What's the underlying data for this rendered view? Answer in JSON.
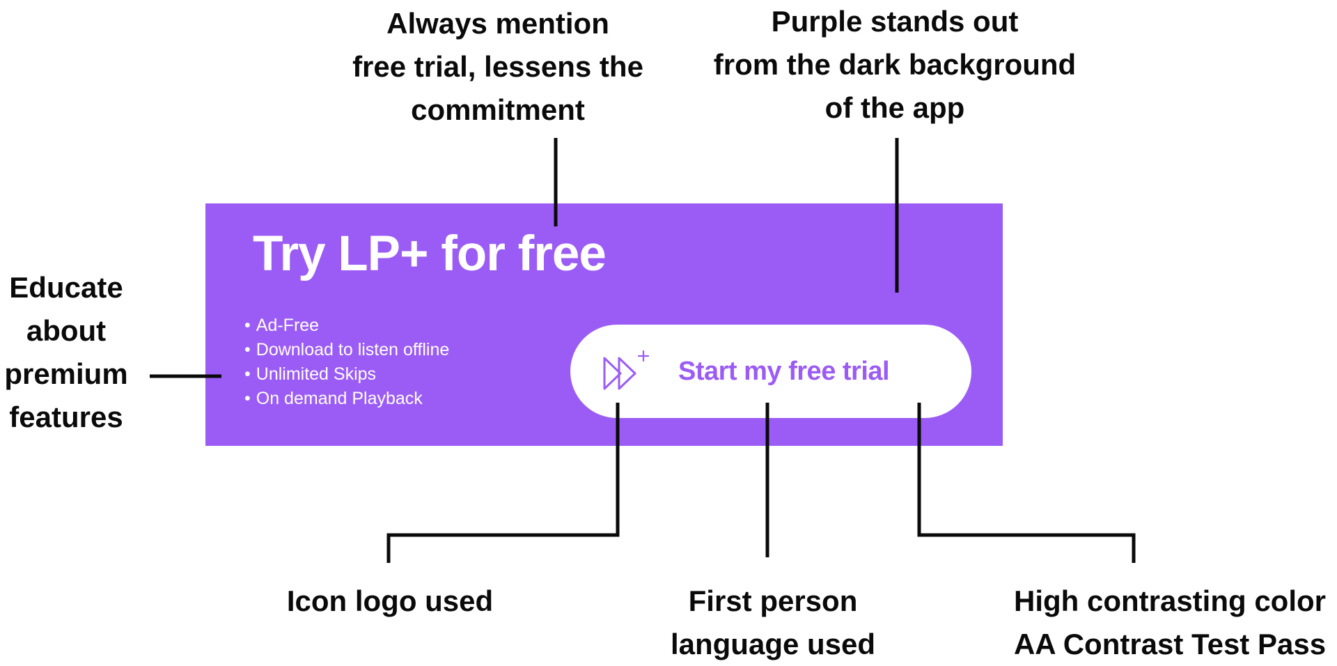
{
  "annotations": {
    "free_trial": [
      "Always mention",
      "free trial, lessens the",
      "commitment"
    ],
    "purple": [
      "Purple stands out",
      "from the dark background",
      "of the app"
    ],
    "educate": [
      "Educate",
      "about",
      "premium",
      "features"
    ],
    "icon_logo": [
      "Icon logo used"
    ],
    "first_person": [
      "First person",
      "language used"
    ],
    "contrast": [
      "High contrasting color",
      "AA Contrast Test Pass"
    ]
  },
  "banner": {
    "title": "Try LP+ for free",
    "features": [
      "Ad-Free",
      "Download to listen offline",
      "Unlimited Skips",
      "On demand Playback"
    ],
    "bullet": "•",
    "cta_label": "Start my free trial",
    "cta_icon": "fast-forward-plus-icon"
  },
  "colors": {
    "brand_purple": "#9b5cf5",
    "white": "#ffffff",
    "ink": "#0a0a0a"
  }
}
